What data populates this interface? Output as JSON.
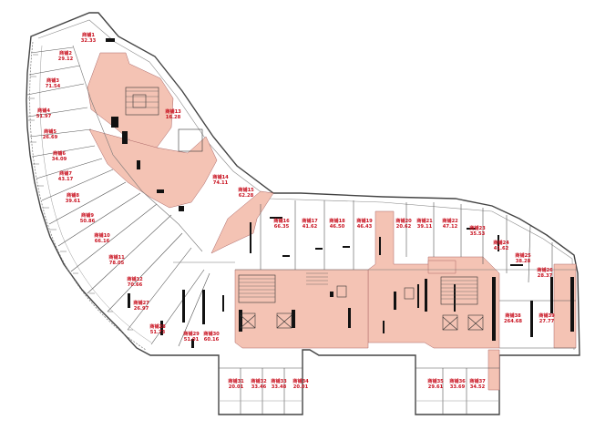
{
  "colors": {
    "core_fill": "#f4c3b4",
    "wall": "#111111",
    "line": "#555555",
    "label": "#c8101e",
    "background": "#ffffff"
  },
  "units": [
    {
      "id": "u1",
      "name": "商铺1",
      "area": "32.33"
    },
    {
      "id": "u2",
      "name": "商铺2",
      "area": "29.12"
    },
    {
      "id": "u3",
      "name": "商铺3",
      "area": "71.54"
    },
    {
      "id": "u4",
      "name": "商铺4",
      "area": "51.97"
    },
    {
      "id": "u5",
      "name": "商铺5",
      "area": "26.69"
    },
    {
      "id": "u6",
      "name": "商铺6",
      "area": "34.09"
    },
    {
      "id": "u7",
      "name": "商铺7",
      "area": "43.17"
    },
    {
      "id": "u8",
      "name": "商铺8",
      "area": "39.61"
    },
    {
      "id": "u9",
      "name": "商铺9",
      "area": "50.86"
    },
    {
      "id": "u10",
      "name": "商铺10",
      "area": "66.16"
    },
    {
      "id": "u11",
      "name": "商铺11",
      "area": "78.05"
    },
    {
      "id": "u12",
      "name": "商铺12",
      "area": "70.66"
    },
    {
      "id": "u13",
      "name": "商铺13",
      "area": "16.28"
    },
    {
      "id": "u14",
      "name": "商铺14",
      "area": "74.11"
    },
    {
      "id": "u15",
      "name": "商铺15",
      "area": "62.28"
    },
    {
      "id": "u16",
      "name": "商铺16",
      "area": "66.35"
    },
    {
      "id": "u17",
      "name": "商铺17",
      "area": "41.62"
    },
    {
      "id": "u18",
      "name": "商铺18",
      "area": "46.50"
    },
    {
      "id": "u19",
      "name": "商铺19",
      "area": "46.43"
    },
    {
      "id": "u20",
      "name": "商铺20",
      "area": "20.62"
    },
    {
      "id": "u21",
      "name": "商铺21",
      "area": "39.11"
    },
    {
      "id": "u22",
      "name": "商铺22",
      "area": "47.12"
    },
    {
      "id": "u23",
      "name": "商铺23",
      "area": "35.53"
    },
    {
      "id": "u24",
      "name": "商铺24",
      "area": "41.62"
    },
    {
      "id": "u25",
      "name": "商铺25",
      "area": "38.28"
    },
    {
      "id": "u26",
      "name": "商铺26",
      "area": "28.37"
    },
    {
      "id": "u27",
      "name": "商铺27",
      "area": "26.97"
    },
    {
      "id": "u28",
      "name": "商铺28",
      "area": "51.73"
    },
    {
      "id": "u29",
      "name": "商铺29",
      "area": "51.01"
    },
    {
      "id": "u30",
      "name": "商铺30",
      "area": "60.16"
    },
    {
      "id": "u31",
      "name": "商铺31",
      "area": "20.01"
    },
    {
      "id": "u32",
      "name": "商铺32",
      "area": "33.46"
    },
    {
      "id": "u33",
      "name": "商铺33",
      "area": "33.48"
    },
    {
      "id": "u34",
      "name": "商铺34",
      "area": "20.01"
    },
    {
      "id": "u35",
      "name": "商铺35",
      "area": "29.61"
    },
    {
      "id": "u36",
      "name": "商铺36",
      "area": "33.69"
    },
    {
      "id": "u37",
      "name": "商铺37",
      "area": "34.52"
    },
    {
      "id": "u38",
      "name": "商铺38",
      "area": "264.68"
    },
    {
      "id": "u39",
      "name": "商铺39",
      "area": "27.77"
    }
  ]
}
